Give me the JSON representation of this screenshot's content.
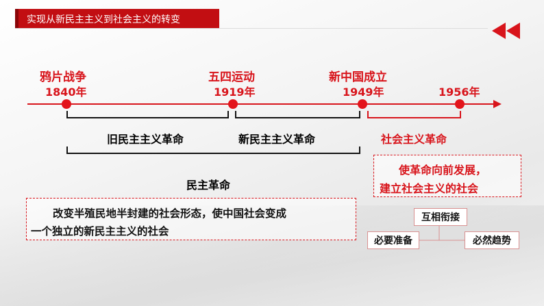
{
  "header": {
    "title": "实现从新民主主义到社会主义的转变"
  },
  "timeline": {
    "events": [
      {
        "name": "鸦片战争",
        "year": "1840年"
      },
      {
        "name": "五四运动",
        "year": "1919年"
      },
      {
        "name": "新中国成立",
        "year": "1949年"
      },
      {
        "name": "",
        "year": "1956年"
      }
    ],
    "periods": {
      "old": "旧民主主义革命",
      "new": "新民主主义革命",
      "democratic": "民主革命",
      "socialist": "社会主义革命"
    }
  },
  "democratic_box": {
    "line1": "改变半殖民地半封建的社会形态，使中国社会变成",
    "line2": "一个独立的新民主主义的社会"
  },
  "socialist_box": {
    "line1": "使革命向前发展，",
    "line2": "建立社会主义的社会"
  },
  "relation": {
    "top": "互相衔接",
    "left": "必要准备",
    "right": "必然趋势"
  },
  "colors": {
    "accent": "#d8141b",
    "title_bg": "#c20e12"
  },
  "icons": {
    "back": "double-left-arrow-icon"
  }
}
